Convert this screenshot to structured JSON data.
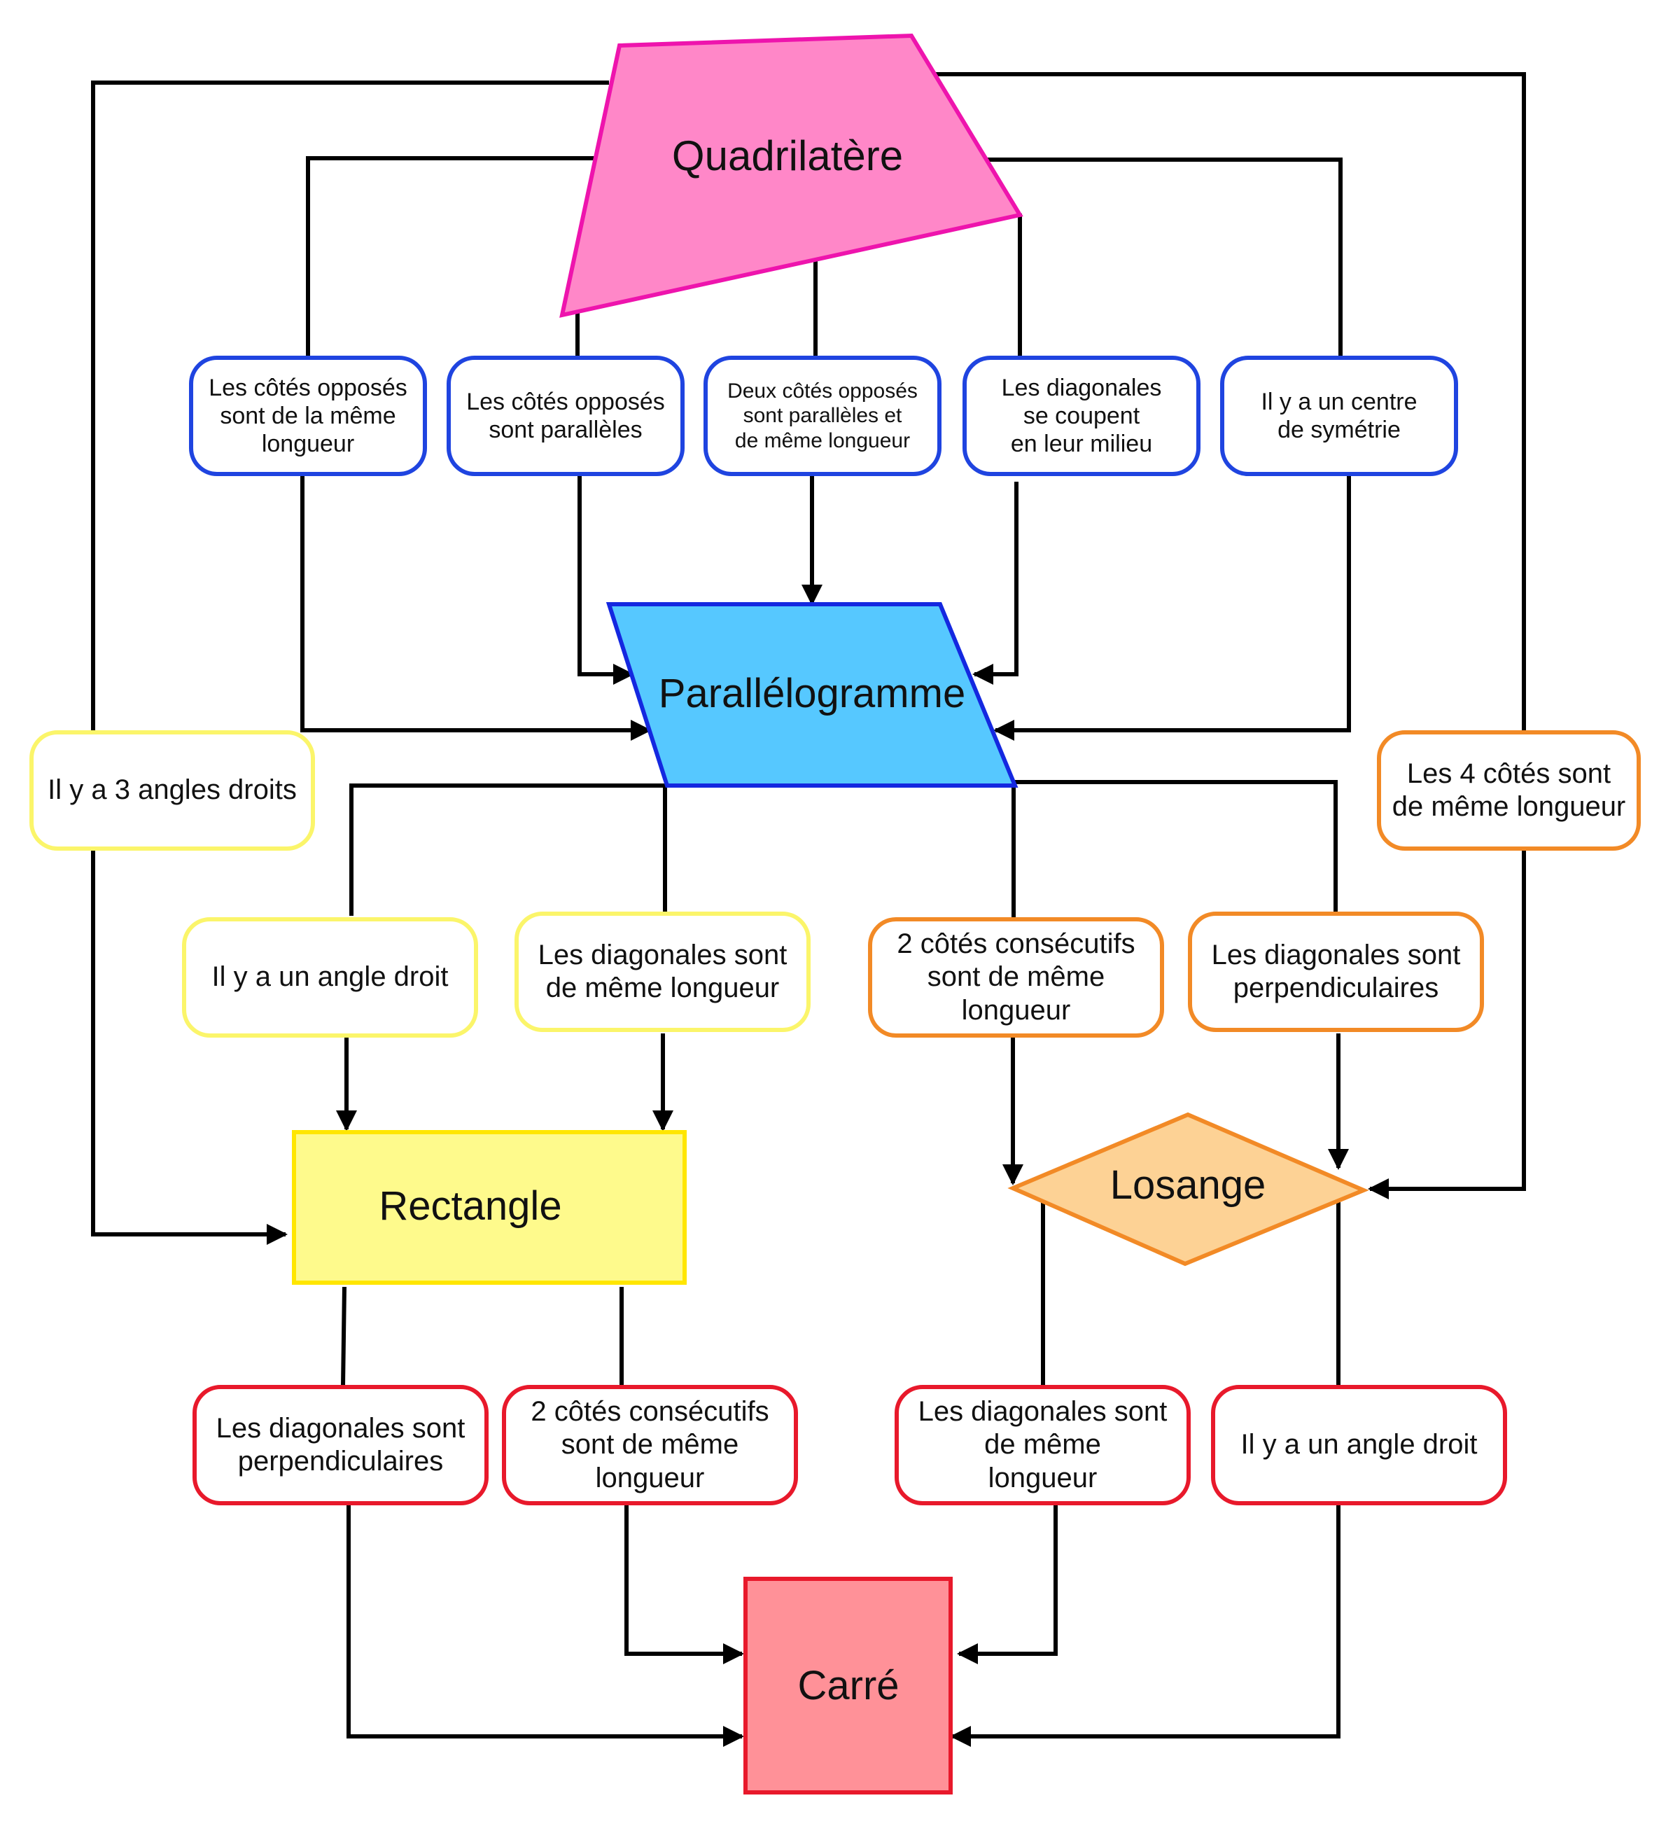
{
  "shapes": {
    "quadrilatere": {
      "label": "Quadrilatère",
      "fill": "#ff87c8",
      "stroke": "#ee14ad"
    },
    "parallelogramme": {
      "label": "Parallélogramme",
      "fill": "#56c8ff",
      "stroke": "#1428e0"
    },
    "rectangle": {
      "label": "Rectangle",
      "fill": "#fefa8c",
      "stroke": "#ffe600"
    },
    "losange": {
      "label": "Losange",
      "fill": "#fdd295",
      "stroke": "#f28a26"
    },
    "carre": {
      "label": "Carré",
      "fill": "#ff9198",
      "stroke": "#e8192b"
    }
  },
  "conditions": {
    "q_to_p": [
      "Les côtés opposés\nsont  de la même\nlongueur",
      "Les côtés opposés\nsont parallèles",
      "Deux côtés opposés\nsont parallèles et\nde même longueur",
      "Les diagonales\nse coupent\nen leur milieu",
      "Il y a un centre\nde symétrie"
    ],
    "q_to_r": "Il y a 3 angles droits",
    "q_to_l": "Les 4 côtés sont\nde même longueur",
    "p_to_r": [
      "Il y a un angle droit",
      "Les diagonales sont\nde même longueur"
    ],
    "p_to_l": [
      "2 côtés consécutifs\nsont de même\nlongueur",
      "Les diagonales sont\nperpendiculaires"
    ],
    "r_to_c": [
      "Les diagonales sont\nperpendiculaires",
      "2 côtés consécutifs\nsont de même\nlongueur"
    ],
    "l_to_c": [
      "Les diagonales sont\nde même\nlongueur",
      "Il y a un angle droit"
    ]
  },
  "colors": {
    "line": "#000000",
    "blue": "#1f44e0",
    "yellow": "#fbf56a",
    "orange": "#f28a26",
    "red": "#e8192b"
  }
}
